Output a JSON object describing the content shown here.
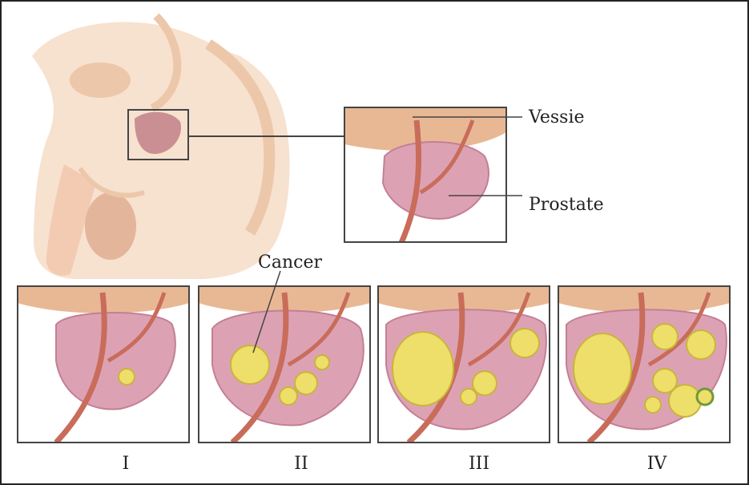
{
  "labels": {
    "vessie": "Vessie",
    "prostate": "Prostate",
    "cancer": "Cancer"
  },
  "stages": [
    {
      "numeral": "I"
    },
    {
      "numeral": "II"
    },
    {
      "numeral": "III"
    },
    {
      "numeral": "IV"
    }
  ],
  "colors": {
    "skin": "#f7e1cf",
    "skin_shadow": "#ecc7a9",
    "bladder": "#e8b894",
    "prostate": "#dca2b4",
    "prostate_edge": "#c37f96",
    "urethra": "#c96c5a",
    "tumor": "#eede6a",
    "tumor_edge": "#c9b53a",
    "frame": "#333333"
  }
}
